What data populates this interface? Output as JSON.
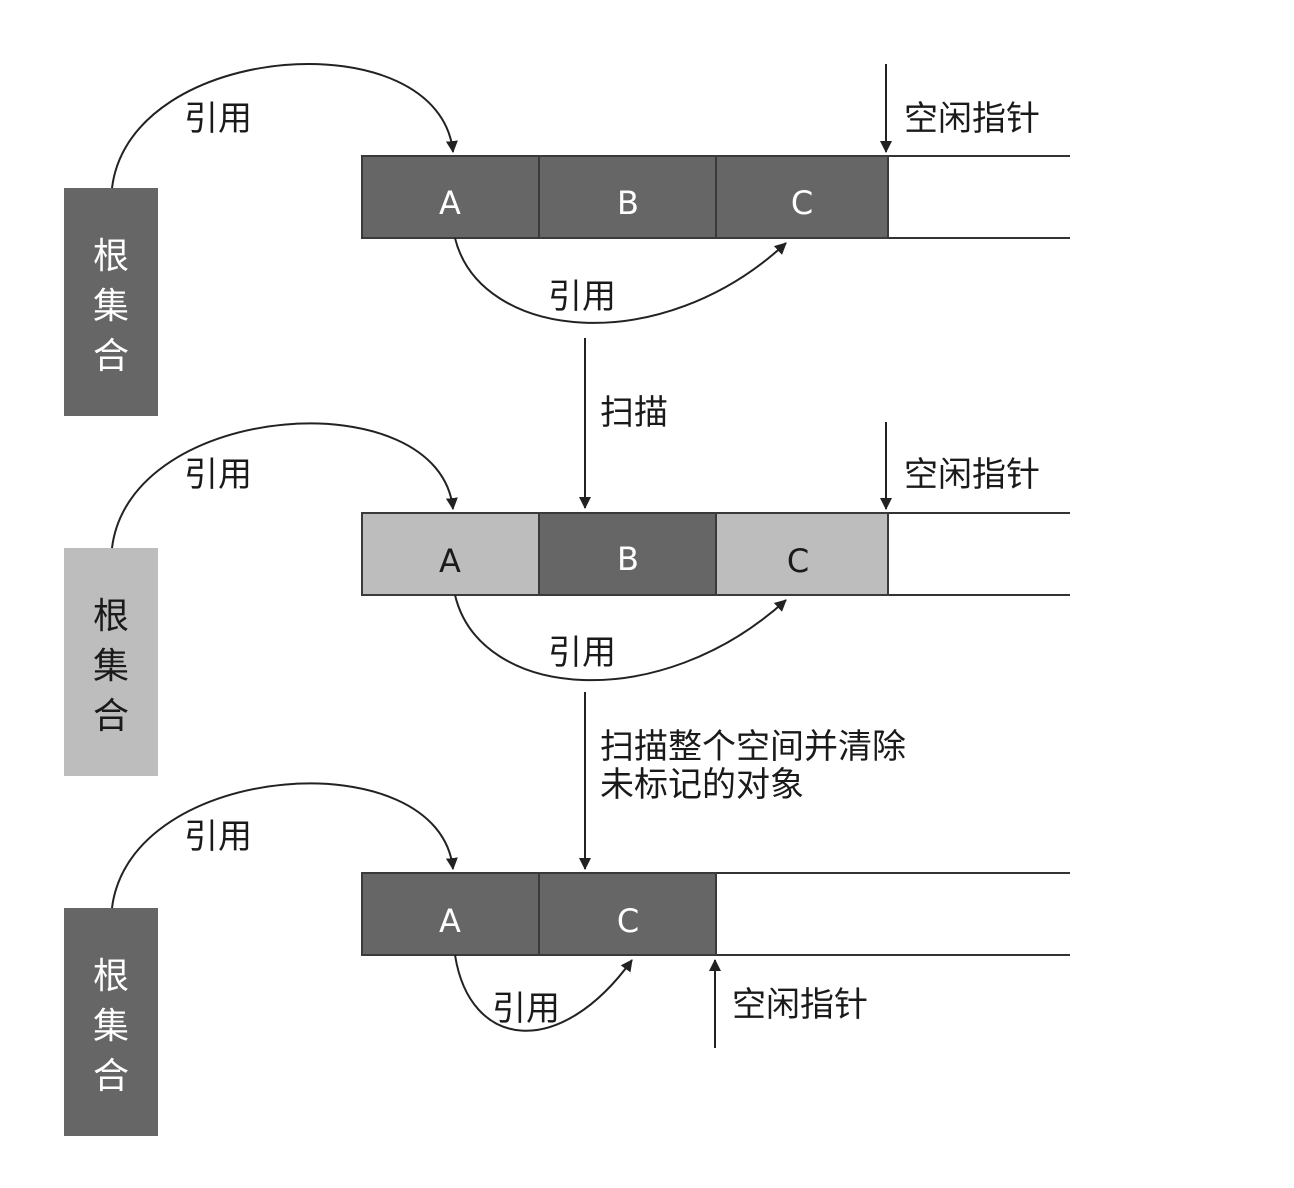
{
  "root_set_label": [
    "根",
    "集",
    "合"
  ],
  "reference_label": "引用",
  "free_pointer_label": "空闲指针",
  "stage1": {
    "cells": [
      {
        "name": "A",
        "shade": "dark"
      },
      {
        "name": "B",
        "shade": "dark"
      },
      {
        "name": "C",
        "shade": "dark"
      }
    ],
    "root_shade": "dark"
  },
  "transition1": {
    "label": "扫描"
  },
  "stage2": {
    "cells": [
      {
        "name": "A",
        "shade": "light"
      },
      {
        "name": "B",
        "shade": "dark"
      },
      {
        "name": "C",
        "shade": "light"
      }
    ],
    "root_shade": "light"
  },
  "transition2": {
    "label_line1": "扫描整个空间并清除",
    "label_line2": "未标记的对象"
  },
  "stage3": {
    "cells": [
      {
        "name": "A",
        "shade": "dark"
      },
      {
        "name": "C",
        "shade": "dark"
      }
    ],
    "root_shade": "dark"
  },
  "colors": {
    "dark": "#666666",
    "light": "#bdbdbd"
  }
}
